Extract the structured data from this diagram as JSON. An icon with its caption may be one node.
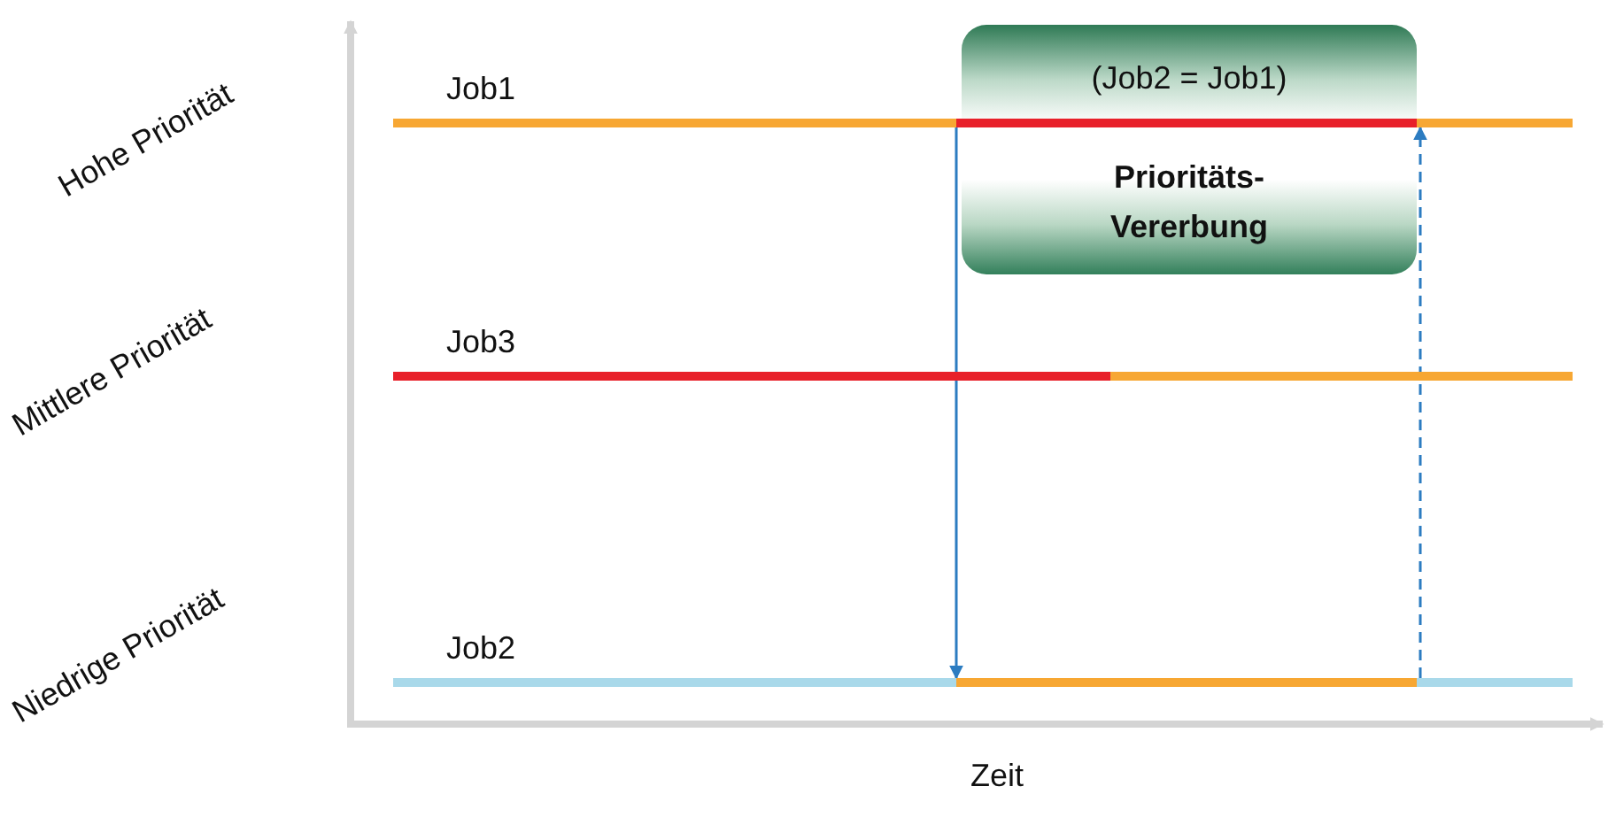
{
  "diagram": {
    "nodes": [
      {
        "text": [],
        "shape": "bar",
        "beside": [
          "Job1"
        ]
      },
      {
        "text": [],
        "shape": "bar",
        "beside": [
          "Job3"
        ]
      },
      {
        "text": [],
        "shape": "bar",
        "beside": [
          "Job2"
        ]
      },
      {
        "text": [
          "(Job2 = Job1)",
          "Prioritäts- Vererbung"
        ]
      }
    ],
    "edges": [
      {
        "from": 0,
        "to": 2,
        "arrow": "to"
      },
      {
        "from": 2,
        "to": 0,
        "arrow": "to",
        "style": "dashed"
      }
    ],
    "labels": [
      "Hohe Priorität",
      "Mittlere Priorität",
      "Niedrige Priorität",
      "Zeit"
    ]
  }
}
